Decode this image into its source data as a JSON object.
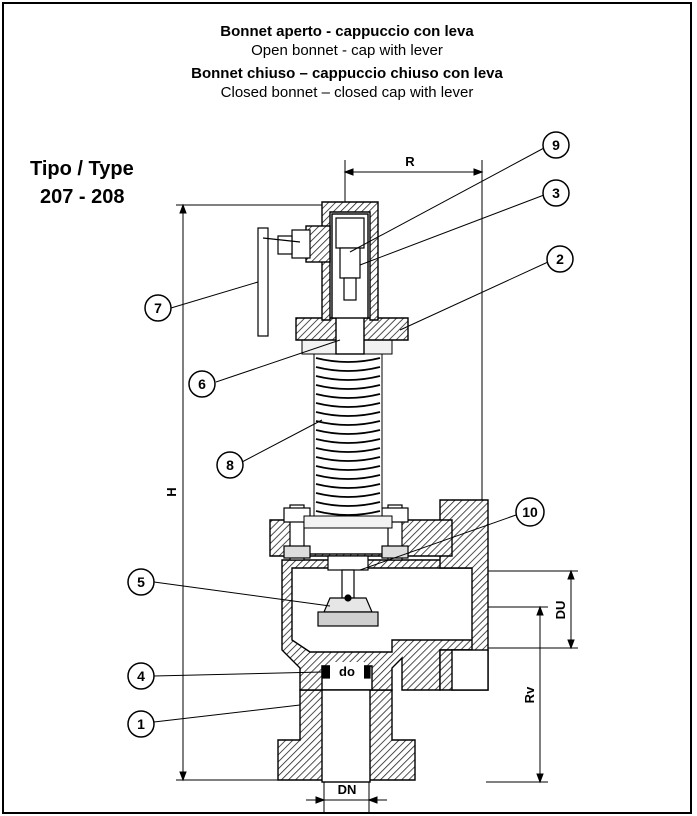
{
  "title": {
    "line1_it": "Bonnet aperto - cappuccio con leva",
    "line1_en": "Open bonnet - cap with lever",
    "line2_it": "Bonnet chiuso – cappuccio chiuso con leva",
    "line2_en": "Closed bonnet – closed cap with lever"
  },
  "type_label": {
    "label": "Tipo / Type",
    "models": "207 - 208"
  },
  "dimensions": {
    "R": "R",
    "H": "H",
    "DU": "DU",
    "Rv": "Rv",
    "do": "do",
    "DN": "DN"
  },
  "callouts": [
    "1",
    "2",
    "3",
    "4",
    "5",
    "6",
    "7",
    "8",
    "9",
    "10"
  ]
}
